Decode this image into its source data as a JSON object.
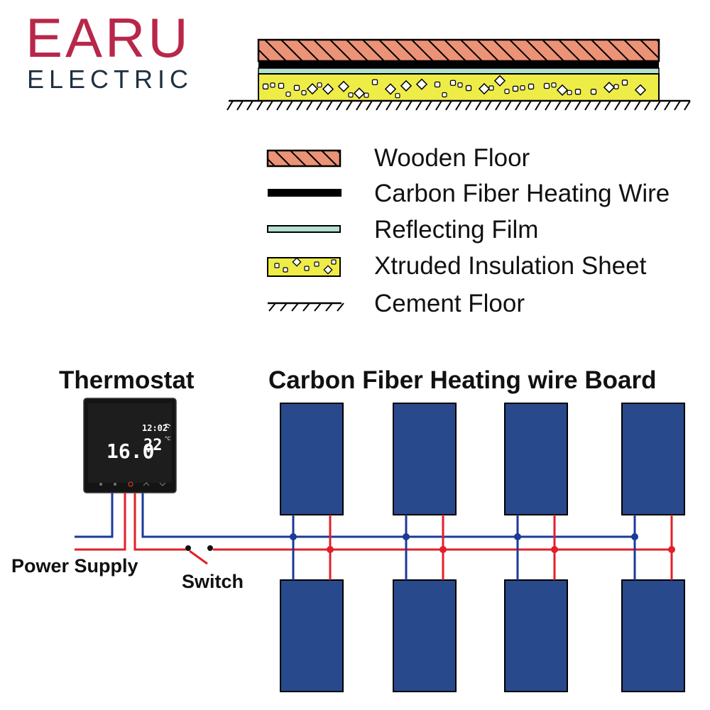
{
  "brand": {
    "name": "EARU",
    "tagline": "ELECTRIC"
  },
  "legend": [
    {
      "label": "Wooden Floor",
      "swatch": "wooden-floor"
    },
    {
      "label": "Carbon Fiber Heating Wire",
      "swatch": "heating-wire"
    },
    {
      "label": "Reflecting Film",
      "swatch": "reflecting-film"
    },
    {
      "label": "Xtruded Insulation Sheet",
      "swatch": "insulation-sheet"
    },
    {
      "label": "Cement Floor",
      "swatch": "cement-floor"
    }
  ],
  "wiring": {
    "thermostat_title": "Thermostat",
    "board_title": "Carbon Fiber Heating wire Board",
    "power_supply_label": "Power Supply",
    "switch_label": "Switch",
    "thermostat_display": {
      "clock": "12:02",
      "room_temp": "16.0",
      "set_temp": "22",
      "unit": "°C"
    },
    "board_columns": 4,
    "board_rows": 2
  },
  "colors": {
    "brand_red": "#b8274a",
    "brand_dark": "#1e3040",
    "wood": "#ec9276",
    "film": "#b5e1d4",
    "insulation": "#eeec47",
    "board": "#284a8c",
    "wire_blue": "#1a3a9a",
    "wire_red": "#e0202a"
  }
}
